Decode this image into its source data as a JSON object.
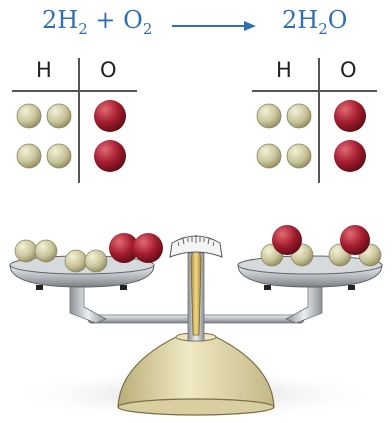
{
  "equation": {
    "left": {
      "coef_h2": "2H",
      "sub_h2": "2",
      "plus": " + ",
      "o2": "O",
      "sub_o2": "2"
    },
    "right": {
      "coef_h2o": "2H",
      "sub_h2o": "2",
      "o": "O"
    }
  },
  "tallies": {
    "reactants": {
      "col_h": "H",
      "col_o": "O",
      "hydrogen_count": 4,
      "oxygen_count": 2
    },
    "products": {
      "col_h": "H",
      "col_o": "O",
      "hydrogen_count": 4,
      "oxygen_count": 2
    }
  },
  "colors": {
    "equation_text": "#2f6fb6",
    "hydrogen": "#c9c49a",
    "oxygen": "#a31d2e",
    "scale_base": "#e2d7a8",
    "metal": "#b9bcc0"
  }
}
